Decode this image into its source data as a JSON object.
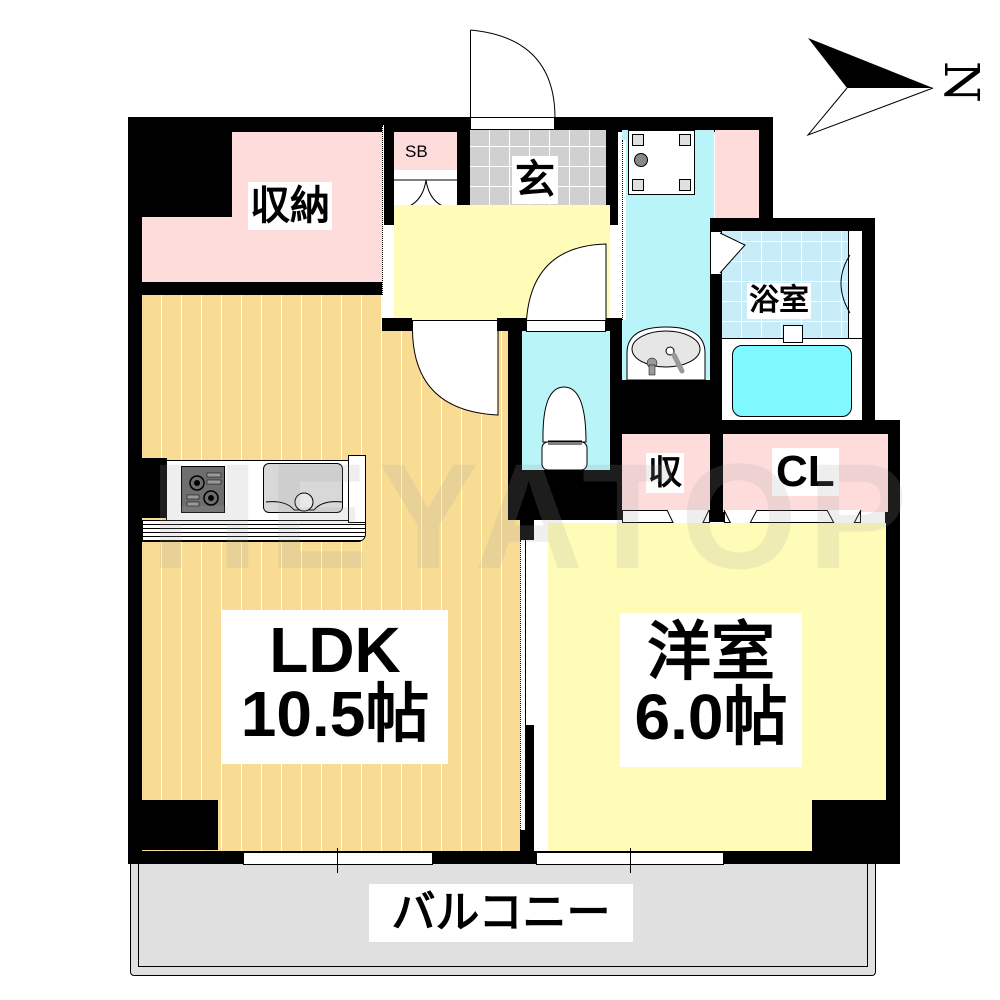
{
  "compass": {
    "label": "N",
    "icon": "north-arrow-icon"
  },
  "rooms": {
    "storage_main": {
      "label": "収納"
    },
    "shoe_box": {
      "label": "SB"
    },
    "entrance": {
      "label": "玄"
    },
    "bathroom": {
      "label": "浴室"
    },
    "ldk": {
      "label": "LDK",
      "size": "10.5帖"
    },
    "western_room": {
      "label": "洋室",
      "size": "6.0帖"
    },
    "closet_small": {
      "label": "収"
    },
    "closet": {
      "label": "CL"
    },
    "balcony": {
      "label": "バルコニー"
    }
  },
  "watermark": {
    "text": "HEYATOP"
  },
  "colors": {
    "wall": "#000000",
    "storage": "#ffdcdc",
    "hallway": "#fffcb8",
    "wood_floor": "#f8dc94",
    "wet_area": "#b8f4f8",
    "entrance_tile": "#d0d0d0",
    "bath_tile": "#c8ecf8",
    "balcony": "#e0e0e0"
  }
}
